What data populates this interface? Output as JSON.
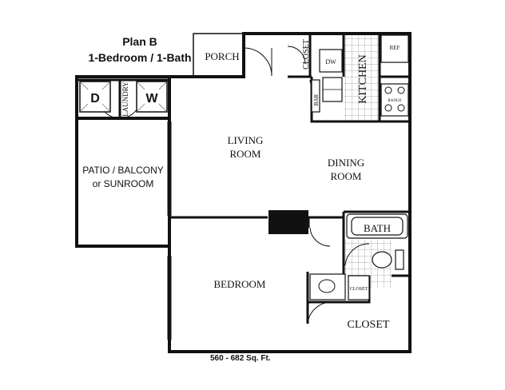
{
  "plan": {
    "name": "Plan B",
    "type": "1-Bedroom / 1-Bath",
    "area": "560 - 682 Sq. Ft."
  },
  "rooms": {
    "porch": "PORCH",
    "closet_top": "CLOSET",
    "dw": "DW",
    "kitchen": "KITCHEN",
    "ref": "REF",
    "range": "RANGE",
    "bar": "BAR",
    "dryer": "D",
    "washer": "W",
    "laundry": "LAUNDRY",
    "living_1": "LIVING",
    "living_2": "ROOM",
    "dining_1": "DINING",
    "dining_2": "ROOM",
    "patio_1": "PATIO / BALCONY",
    "patio_2": "or SUNROOM",
    "bath": "BATH",
    "bath_closet": "CLOSET",
    "bedroom": "BEDROOM",
    "closet_bedroom": "CLOSET"
  }
}
